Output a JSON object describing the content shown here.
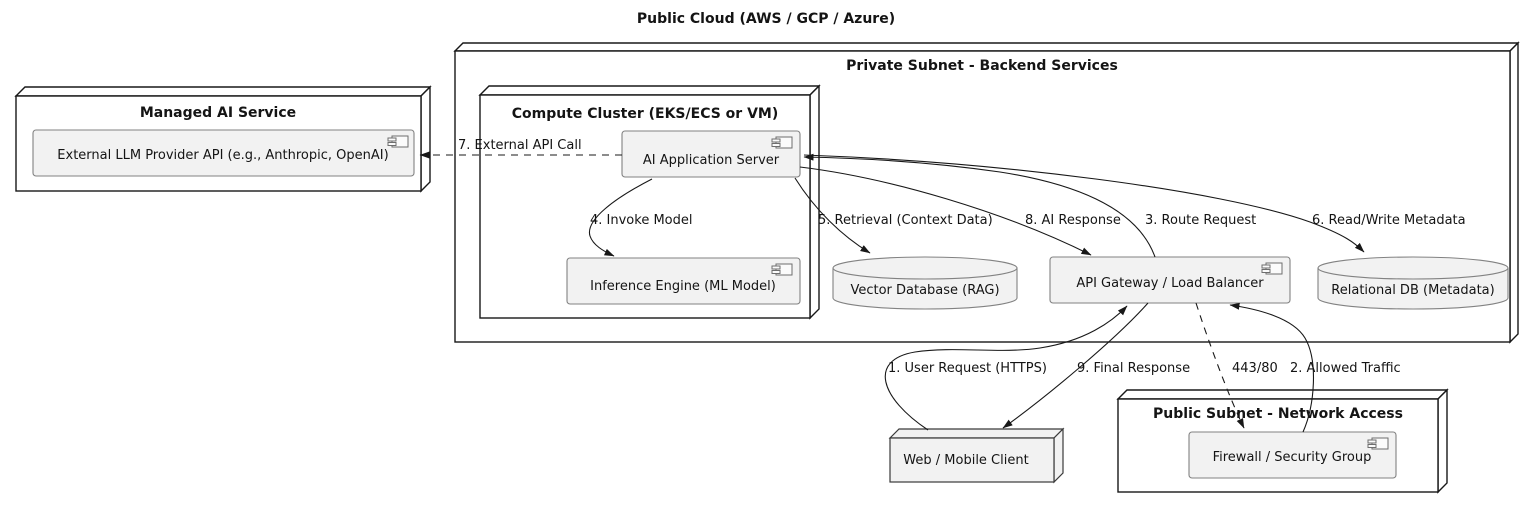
{
  "diagram": {
    "title": "Public Cloud (AWS / GCP / Azure)",
    "type": "deployment-architecture-diagram"
  },
  "groups": {
    "managed_ai": {
      "title": "Managed AI Service"
    },
    "private_subnet": {
      "title": "Private Subnet - Backend Services"
    },
    "compute_cluster": {
      "title": "Compute Cluster (EKS/ECS or VM)"
    },
    "public_subnet": {
      "title": "Public Subnet - Network Access"
    }
  },
  "nodes": {
    "external_llm": {
      "label": "External LLM Provider API (e.g., Anthropic, OpenAI)",
      "type": "component"
    },
    "app_server": {
      "label": "AI Application Server",
      "type": "component"
    },
    "inference_engine": {
      "label": "Inference Engine (ML Model)",
      "type": "component"
    },
    "vector_db": {
      "label": "Vector Database (RAG)",
      "type": "database"
    },
    "api_gateway": {
      "label": "API Gateway / Load Balancer",
      "type": "component"
    },
    "relational_db": {
      "label": "Relational DB (Metadata)",
      "type": "database"
    },
    "web_client": {
      "label": "Web / Mobile Client",
      "type": "node"
    },
    "firewall": {
      "label": "Firewall / Security Group",
      "type": "component"
    }
  },
  "edges": [
    {
      "label": "1. User Request (HTTPS)",
      "from": "web_client",
      "to": "api_gateway",
      "line": "solid"
    },
    {
      "label": "2. Allowed Traffic",
      "from": "firewall",
      "to": "api_gateway",
      "line": "solid"
    },
    {
      "label": "3. Route Request",
      "from": "api_gateway",
      "to": "app_server",
      "line": "solid"
    },
    {
      "label": "4. Invoke Model",
      "from": "app_server",
      "to": "inference_engine",
      "line": "solid"
    },
    {
      "label": "5. Retrieval (Context Data)",
      "from": "app_server",
      "to": "vector_db",
      "line": "solid"
    },
    {
      "label": "6. Read/Write Metadata",
      "from": "app_server",
      "to": "relational_db",
      "line": "solid"
    },
    {
      "label": "7. External API Call",
      "from": "app_server",
      "to": "external_llm",
      "line": "dashed"
    },
    {
      "label": "8. AI Response",
      "from": "app_server",
      "to": "api_gateway",
      "line": "solid"
    },
    {
      "label": "9. Final Response",
      "from": "api_gateway",
      "to": "web_client",
      "line": "solid"
    },
    {
      "label": "443/80",
      "from": "api_gateway",
      "to": "firewall",
      "line": "dashed"
    }
  ],
  "colors": {
    "background": "#ffffff",
    "node_border": "#181818",
    "component_border": "#828282",
    "component_fill": "#f2f2f2",
    "edge": "#181818",
    "text": "#141414"
  }
}
